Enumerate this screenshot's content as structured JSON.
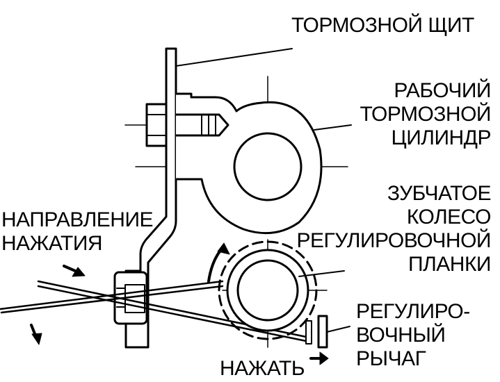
{
  "labels": {
    "brake_shield": "ТОРМОЗНОЙ ЩИТ",
    "wheel_cylinder": [
      "РАБОЧИЙ",
      "ТОРМОЗНОЙ",
      "ЦИЛИНДР"
    ],
    "adjuster_gear": [
      "ЗУБЧАТОЕ",
      "КОЛЕСО",
      "РЕГУЛИРОВОЧНОЙ",
      "ПЛАНКИ"
    ],
    "push_direction": [
      "НАПРАВЛЕНИЕ",
      "НАЖАТИЯ"
    ],
    "adjuster_lever": [
      "РЕГУЛИРО-",
      "ВОЧНЫЙ",
      "РЫЧАГ"
    ],
    "push": "НАЖАТЬ"
  },
  "colors": {
    "ink": "#000000",
    "paper": "#ffffff"
  }
}
